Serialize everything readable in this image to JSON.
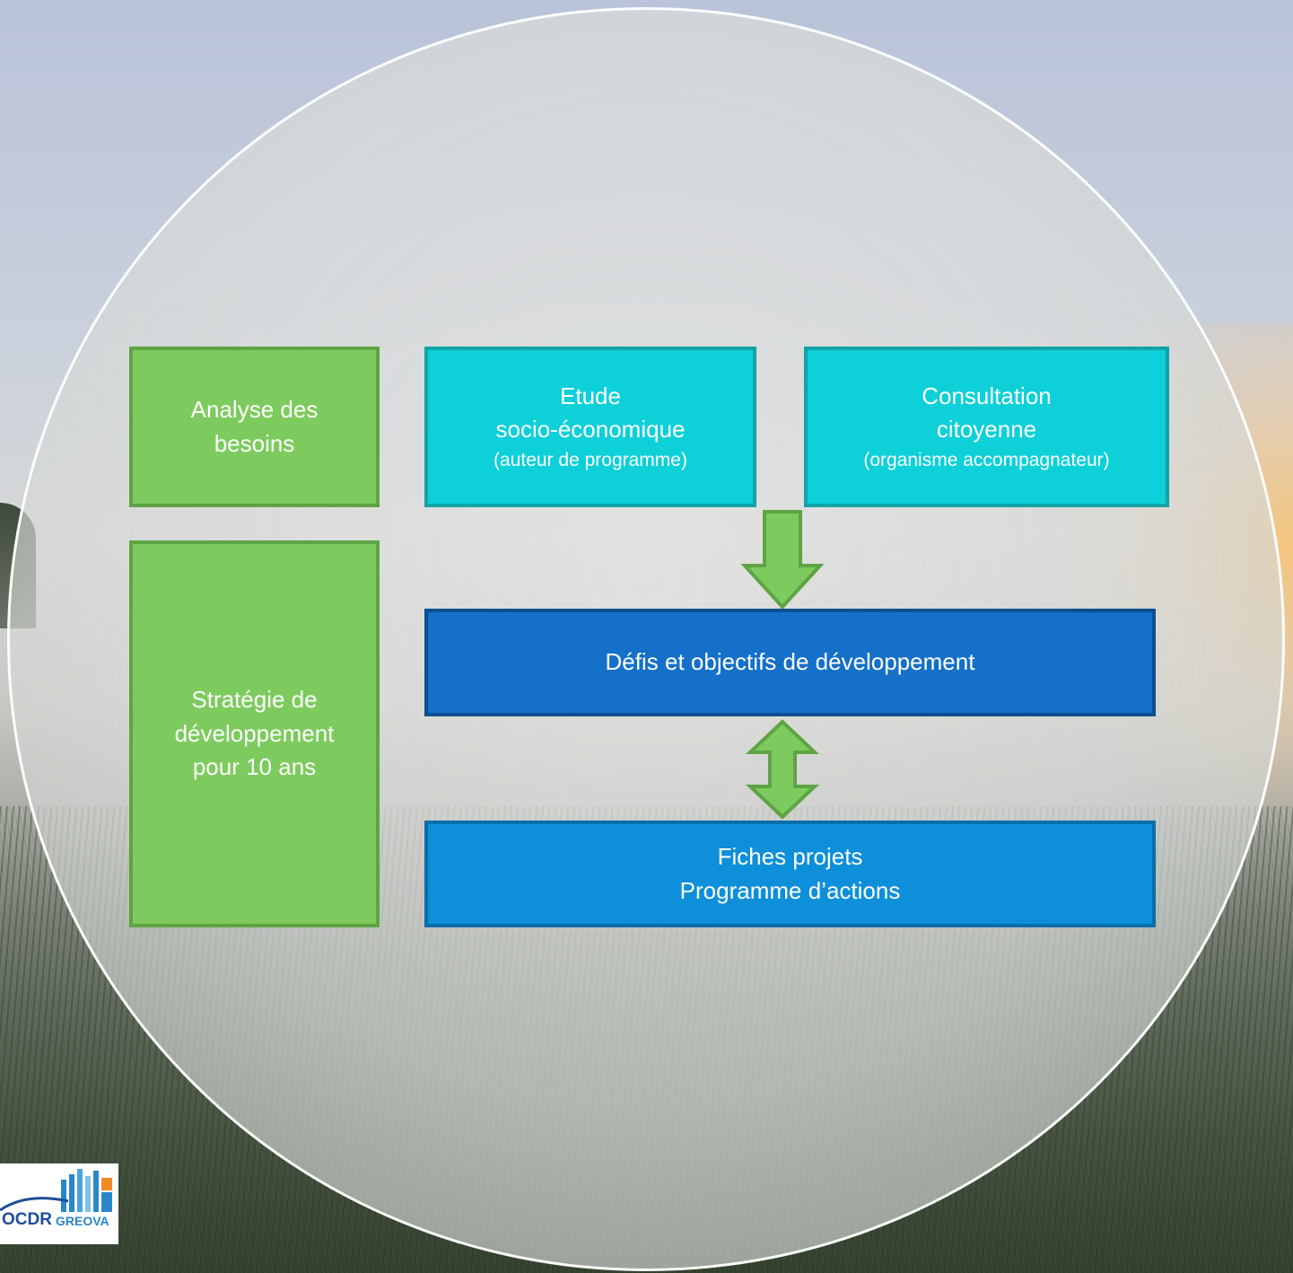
{
  "diagram": {
    "analyse": {
      "line1": "Analyse des",
      "line2": "besoins"
    },
    "etude": {
      "line1": "Etude",
      "line2": "socio-économique",
      "line3": "(auteur de programme)"
    },
    "consultation": {
      "line1": "Consultation",
      "line2": "citoyenne",
      "line3": "(organisme accompagnateur)"
    },
    "strategie": {
      "line1": "Stratégie de",
      "line2": "développement",
      "line3": "pour 10 ans"
    },
    "defis": {
      "line1": "Défis et objectifs de développement"
    },
    "fiches": {
      "line1": "Fiches projets",
      "line2": "Programme d’actions"
    }
  },
  "logo": {
    "left_text": "OCDR",
    "right_text": "GREOVA"
  },
  "colors": {
    "green": "#7dcb5e",
    "cyan": "#0dd0d9",
    "dark_blue": "#1470c8",
    "mid_blue": "#0e8fda",
    "arrow_green": "#7dcb5e"
  },
  "icons": [
    "arrow-down-icon",
    "double-arrow-vertical-icon"
  ]
}
